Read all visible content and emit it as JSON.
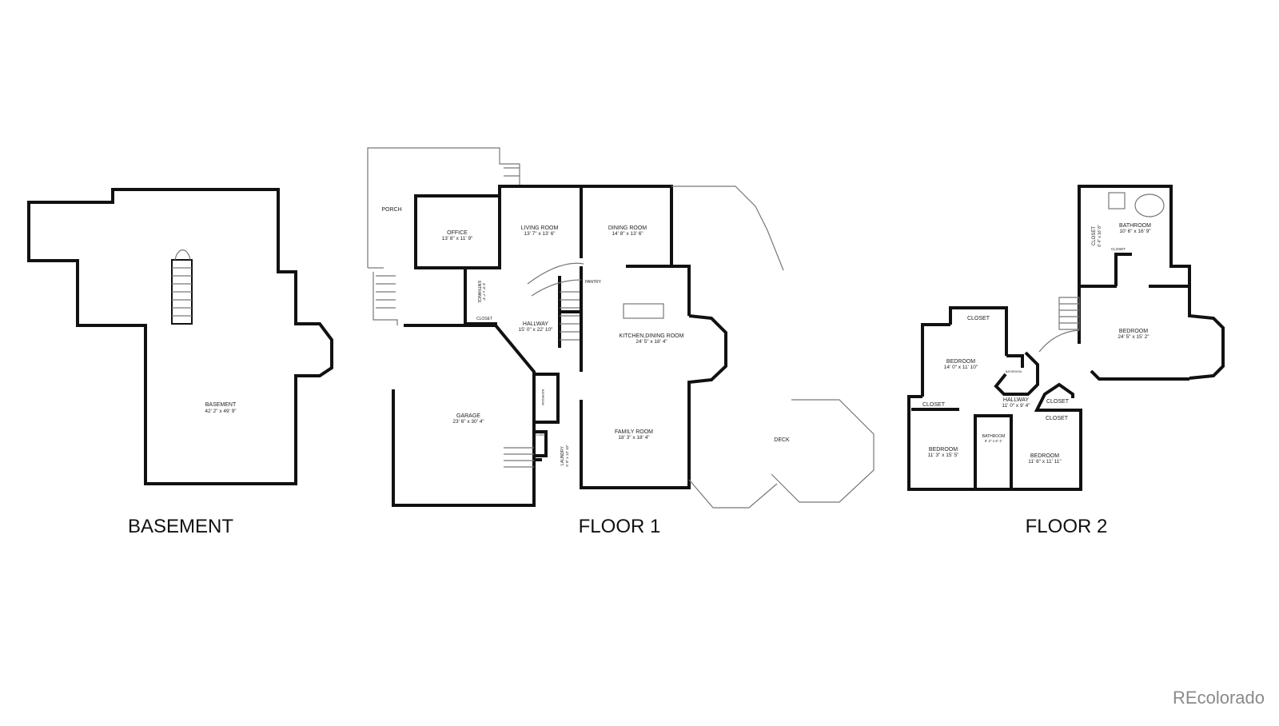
{
  "floors": {
    "basement": {
      "title": "BASEMENT",
      "rooms": [
        {
          "name": "BASEMENT",
          "dims": "42' 2\" x 49' 9\""
        }
      ]
    },
    "floor1": {
      "title": "FLOOR 1",
      "rooms": [
        {
          "name": "PORCH",
          "dims": ""
        },
        {
          "name": "OFFICE",
          "dims": "13' 8\" x 11' 9\""
        },
        {
          "name": "LIVING ROOM",
          "dims": "13' 7\" x 13' 6\""
        },
        {
          "name": "DINING ROOM",
          "dims": "14' 8\" x 13' 6\""
        },
        {
          "name": "PANTRY",
          "dims": ""
        },
        {
          "name": "ENTRANCE",
          "dims": "4' 0\" x 7' 3\""
        },
        {
          "name": "CLOSET",
          "dims": ""
        },
        {
          "name": "HALLWAY",
          "dims": "15' 0\" x 22' 10\""
        },
        {
          "name": "KITCHEN,DINING ROOM",
          "dims": "24' 5\" x 18' 4\""
        },
        {
          "name": "GARAGE",
          "dims": "23' 6\" x 30' 4\""
        },
        {
          "name": "BATHROOM",
          "dims": ""
        },
        {
          "name": "CLOSET",
          "dims": ""
        },
        {
          "name": "LAUNDRY",
          "dims": "5' 8\" x 13' 10\""
        },
        {
          "name": "FAMILY ROOM",
          "dims": "18' 3\" x 18' 4\""
        },
        {
          "name": "DECK",
          "dims": ""
        }
      ]
    },
    "floor2": {
      "title": "FLOOR 2",
      "rooms": [
        {
          "name": "CLOSET",
          "dims": "6' 4\" x 16' 8\""
        },
        {
          "name": "BATHROOM",
          "dims": "10' 6\" x 16' 9\""
        },
        {
          "name": "CLOSET",
          "dims": ""
        },
        {
          "name": "BEDROOM",
          "dims": "24' 5\" x 15' 2\""
        },
        {
          "name": "CLOSET",
          "dims": ""
        },
        {
          "name": "BEDROOM",
          "dims": "14' 0\" x 11' 10\""
        },
        {
          "name": "BATHROOM",
          "dims": ""
        },
        {
          "name": "HALLWAY",
          "dims": "11' 0\" x 9' 4\""
        },
        {
          "name": "CLOSET",
          "dims": ""
        },
        {
          "name": "CLOSET",
          "dims": ""
        },
        {
          "name": "CLOSET",
          "dims": ""
        },
        {
          "name": "BATHROOM",
          "dims": "5' 2\" x 6' 1\""
        },
        {
          "name": "BEDROOM",
          "dims": "11' 3\" x 15' 5\""
        },
        {
          "name": "BEDROOM",
          "dims": "11' 6\" x 11' 11\""
        }
      ]
    }
  },
  "watermark": "REcolorado"
}
